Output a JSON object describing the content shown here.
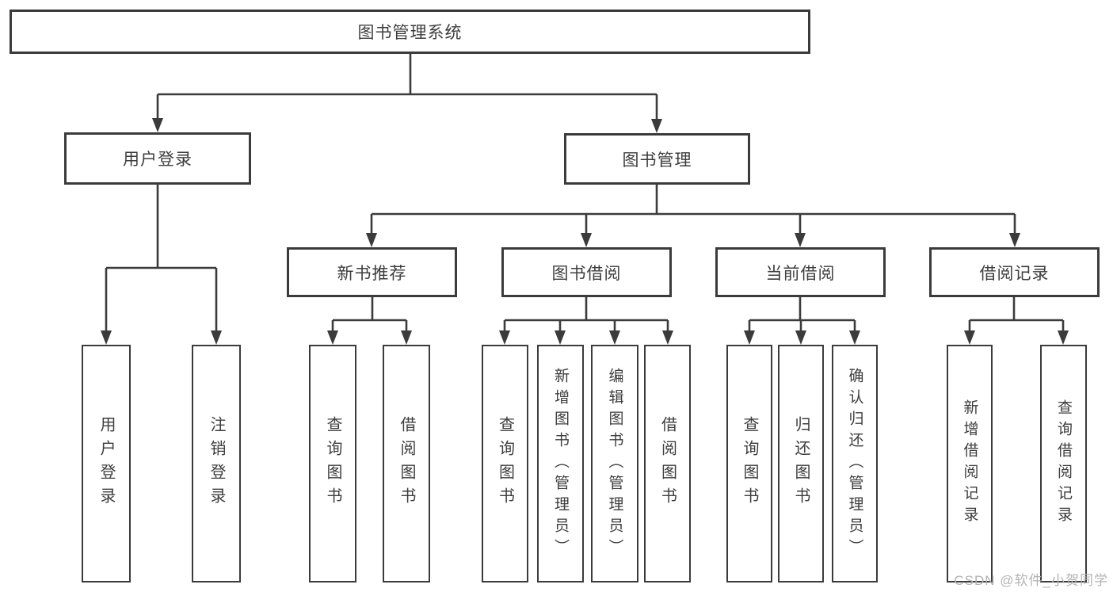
{
  "nodes": {
    "root": "图书管理系统",
    "userLogin": "用户登录",
    "bookMgmt": "图书管理",
    "leafUserLogin": "用户登录",
    "leafLogout": "注销登录",
    "newBookRec": "新书推荐",
    "bookBorrow": "图书借阅",
    "currentBorrow": "当前借阅",
    "borrowRecord": "借阅记录",
    "nbQuery": "查询图书",
    "nbBorrow": "借阅图书",
    "bbQuery": "查询图书",
    "bbAdd": "新增图书（管理员）",
    "bbEdit": "编辑图书（管理员）",
    "bbBorrow": "借阅图书",
    "cbQuery": "查询图书",
    "cbReturn": "归还图书",
    "cbConfirm": "确认归还（管理员）",
    "brAdd": "新增借阅记录",
    "brQuery": "查询借阅记录"
  },
  "watermark": {
    "text": "CSDN @软件_小贺同学"
  },
  "colors": {
    "line": "#3b3b3b",
    "text": "#3d3d3d",
    "background": "#ffffff",
    "watermark": "#b3b3b3"
  }
}
